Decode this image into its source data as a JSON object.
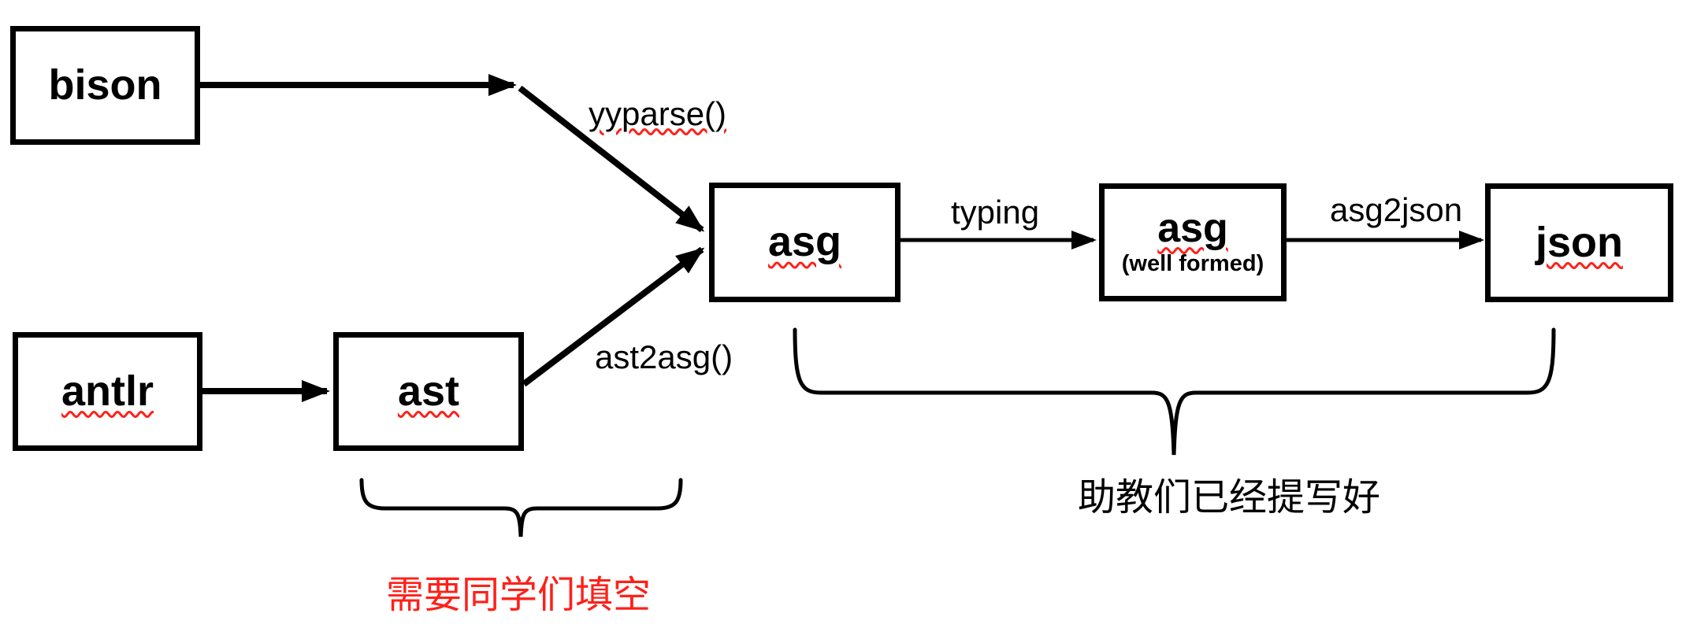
{
  "diagram": {
    "background_color": "#ffffff",
    "line_color": "#000000",
    "red_color": "#ff2019",
    "nodes": [
      {
        "id": "bison",
        "label": "bison",
        "spellcheck_squiggle": false
      },
      {
        "id": "antlr",
        "label": "antlr",
        "spellcheck_squiggle": true
      },
      {
        "id": "ast",
        "label": "ast",
        "spellcheck_squiggle": true
      },
      {
        "id": "asg",
        "label": "asg",
        "spellcheck_squiggle": true
      },
      {
        "id": "asg_well_formed",
        "label": "asg",
        "sublabel": "(well formed)",
        "spellcheck_squiggle": true
      },
      {
        "id": "json",
        "label": "json",
        "spellcheck_squiggle": true
      }
    ],
    "edges": [
      {
        "from": "bison",
        "to": "asg",
        "label": "yyparse()",
        "label_squiggle": true
      },
      {
        "from": "antlr",
        "to": "ast",
        "label": "",
        "label_squiggle": false
      },
      {
        "from": "ast",
        "to": "asg",
        "label": "ast2asg()",
        "label_squiggle": false
      },
      {
        "from": "asg",
        "to": "asg_well_formed",
        "label": "typing",
        "label_squiggle": false
      },
      {
        "from": "asg_well_formed",
        "to": "json",
        "label": "asg2json",
        "label_squiggle": false
      }
    ],
    "edge_labels": {
      "yyparse": "yyparse()",
      "ast2asg": "ast2asg()",
      "typing": "typing",
      "asg2json": "asg2json"
    },
    "annotations": {
      "students": {
        "text": "需要同学们填空",
        "color": "#ff2019",
        "brace_over": [
          "ast",
          "ast2asg()"
        ]
      },
      "tas": {
        "text": "助教们已经提写好",
        "color": "#000000",
        "brace_over": [
          "asg",
          "asg_well_formed",
          "json"
        ]
      }
    }
  }
}
